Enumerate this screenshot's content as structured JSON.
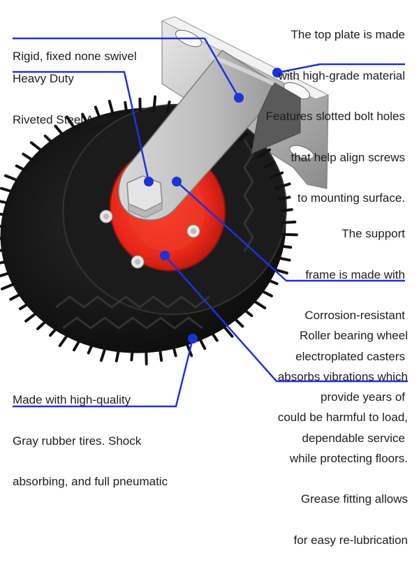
{
  "product": {
    "name": "Rigid pneumatic caster wheel",
    "colors": {
      "leader": "#1f32d6",
      "rim": "#ef2a1c",
      "tire": "#141414",
      "steel": "#c9c9c9"
    }
  },
  "callouts": [
    {
      "id": "rigid",
      "lines": [
        "Rigid, fixed none swivel"
      ]
    },
    {
      "id": "axle",
      "lines": [
        "Heavy Duty",
        "Riveted Steel Axle"
      ]
    },
    {
      "id": "top-plate",
      "lines": [
        "The top plate is made",
        "with high-grade material",
        "Features slotted bolt holes",
        "that help align screws",
        "to mounting surface."
      ]
    },
    {
      "id": "support-frame",
      "lines": [
        "The support",
        "frame is made with",
        "Corrosion-resistant",
        "electroplated casters",
        "provide years of",
        "dependable service"
      ]
    },
    {
      "id": "roller-bearing",
      "lines": [
        "Roller bearing wheel",
        "absorbs vibrations which",
        "could be harmful to load,",
        "while protecting floors.",
        "Grease fitting allows",
        "for easy re-lubrication"
      ]
    },
    {
      "id": "tires",
      "lines": [
        "Made with high-quality",
        "Gray rubber tires. Shock",
        "absorbing, and full pneumatic"
      ]
    }
  ]
}
